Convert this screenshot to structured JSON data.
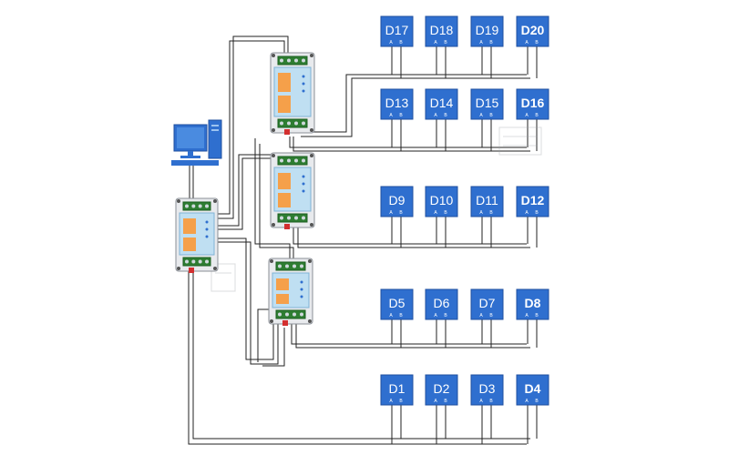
{
  "colors": {
    "device": "#2f6fcf",
    "device_border": "#1f4f9f",
    "wire": "#222222",
    "module_body": "#bfdff2",
    "module_case": "#e8eaed",
    "module_relay": "#f5a04a",
    "terminal": "#2e7d32",
    "computer": "#2f6fcf"
  },
  "pins": {
    "a": "A",
    "b": "B"
  },
  "devices": [
    {
      "label": "D17",
      "bold": false
    },
    {
      "label": "D18",
      "bold": false
    },
    {
      "label": "D19",
      "bold": false
    },
    {
      "label": "D20",
      "bold": true
    },
    {
      "label": "D13",
      "bold": false
    },
    {
      "label": "D14",
      "bold": false
    },
    {
      "label": "D15",
      "bold": false
    },
    {
      "label": "D16",
      "bold": true
    },
    {
      "label": "D9",
      "bold": false
    },
    {
      "label": "D10",
      "bold": false
    },
    {
      "label": "D11",
      "bold": false
    },
    {
      "label": "D12",
      "bold": true
    },
    {
      "label": "D5",
      "bold": false
    },
    {
      "label": "D6",
      "bold": false
    },
    {
      "label": "D7",
      "bold": false
    },
    {
      "label": "D8",
      "bold": true
    },
    {
      "label": "D1",
      "bold": false
    },
    {
      "label": "D2",
      "bold": false
    },
    {
      "label": "D3",
      "bold": false
    },
    {
      "label": "D4",
      "bold": true
    }
  ]
}
